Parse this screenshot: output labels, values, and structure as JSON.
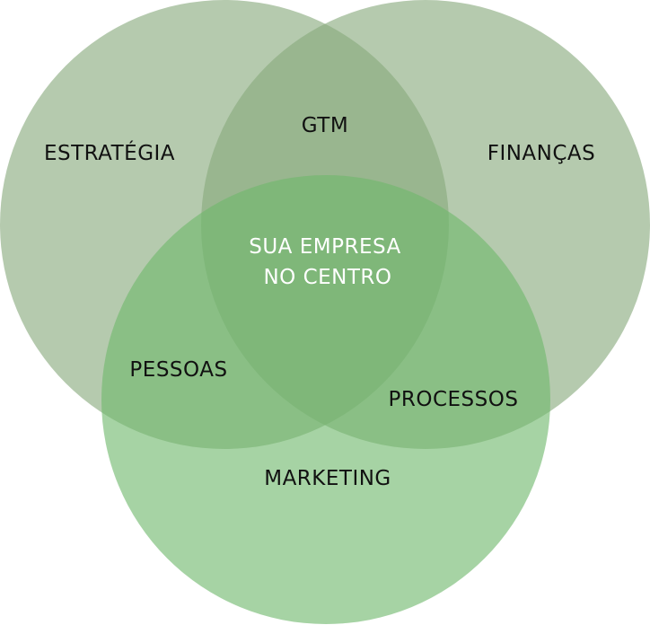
{
  "diagram": {
    "circles": [
      {
        "id": "estrategia",
        "label": "ESTRATÉGIA",
        "color": "#88a97c",
        "opacity": 0.62
      },
      {
        "id": "financas",
        "label": "FINANÇAS",
        "color": "#88a97c",
        "opacity": 0.62
      },
      {
        "id": "marketing",
        "label": "MARKETING",
        "color": "#6fb86c",
        "opacity": 0.62
      }
    ],
    "intersections": {
      "estrategia_financas": "GTM",
      "estrategia_marketing": "PESSOAS",
      "financas_marketing": "PROCESSOS"
    },
    "center": {
      "line1": "SUA EMPRESA",
      "line2": "NO CENTRO"
    },
    "text_color_dark": "#111111",
    "text_color_light": "#ffffff"
  }
}
